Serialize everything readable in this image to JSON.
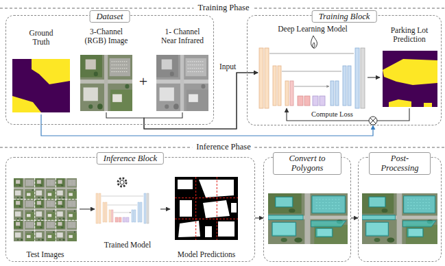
{
  "diagram": {
    "nodes": [
      {
        "text": [
          "Dataset"
        ]
      },
      {
        "text": [
          "Ground Truth"
        ],
        "in": 0
      },
      {
        "text": [
          "3-Channel (RGB) Image"
        ],
        "in": 0
      },
      {
        "text": [
          "1- Channel Near Infrared"
        ],
        "in": 0
      },
      {
        "text": [
          "Training Block"
        ]
      },
      {
        "text": [
          "Deep Learning Model"
        ],
        "in": 4
      },
      {
        "text": [
          "Parking Lot Prediction"
        ],
        "in": 4
      },
      {
        "text": [
          "Inference Block"
        ]
      },
      {
        "text": [
          "Test Images"
        ],
        "in": 7
      },
      {
        "text": [
          "Trained Model"
        ],
        "in": 7
      },
      {
        "text": [
          "Model Predictions"
        ],
        "in": 7
      },
      {
        "text": [
          "Convert to Polygons"
        ]
      },
      {
        "text": [
          "Post-Processing"
        ]
      }
    ],
    "edges": [
      {
        "from": 2,
        "to": 5,
        "arrow": "to",
        "label": "Input"
      },
      {
        "from": 3,
        "to": 5,
        "arrow": "to"
      },
      {
        "from": 5,
        "to": 6,
        "arrow": "to"
      },
      {
        "from": 6,
        "to": 5,
        "arrow": "to",
        "label": "Compute Loss"
      },
      {
        "from": 8,
        "to": 9,
        "arrow": "to"
      },
      {
        "from": 9,
        "to": 10,
        "arrow": "to"
      },
      {
        "from": 7,
        "to": 11,
        "arrow": "to"
      },
      {
        "from": 11,
        "to": 12,
        "arrow": "to"
      }
    ],
    "labels": [
      "Training Phase",
      "+",
      "Inference Phase"
    ]
  }
}
